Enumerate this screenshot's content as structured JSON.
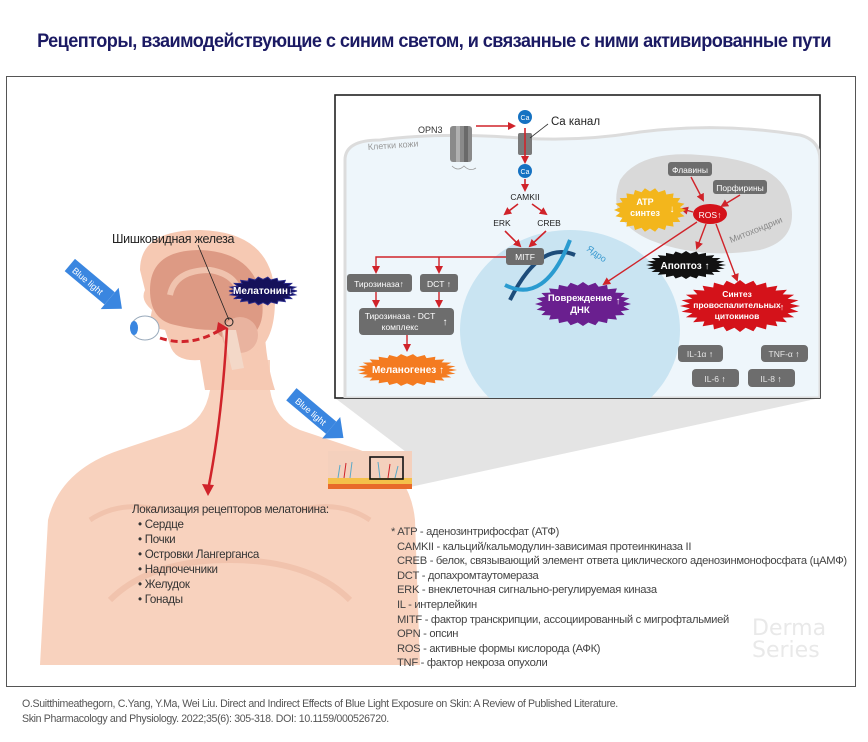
{
  "title": "Рецепторы, взаимодействующие с синим светом, и связанные с ними активированные пути",
  "colors": {
    "title": "#1b1a63",
    "arrow_red": "#d0232a",
    "blue_light": "#3a86e0",
    "skin": "#f8d2be",
    "node_gray": "#6d6d6d",
    "melatonin_badge": "#15115a",
    "dna_damage": "#6a1f8f",
    "melanogenesis": "#f47b20",
    "apoptosis": "#111111",
    "cytokines": "#d4121a",
    "atp": "#f3b61c"
  },
  "left_panel": {
    "pineal_label": "Шишковидная железа",
    "melatonin_badge": "Мелатонин↓",
    "blue_light_eye": "Blue light",
    "blue_light_skin": "Blue light",
    "receptor_localization": {
      "heading": "Локализация рецепторов мелатонина:",
      "items": [
        "Сердце",
        "Почки",
        "Островки Лангерганса",
        "Надпочечники",
        "Желудок",
        "Гонады"
      ]
    }
  },
  "inset": {
    "opn3": "OPN3",
    "ca_channel": "Ca канал",
    "ca_ion": "Ca",
    "skin_cells": "Клетки кожи",
    "camkii": "CAMKII",
    "erk": "ERK",
    "creb": "CREB",
    "mitf": "MITF",
    "nucleus": "Ядро",
    "tyrosinase": "Тирозиназа",
    "dct": "DCT",
    "complex_line1": "Тирозиназа - DCT",
    "complex_line2": "комплекс",
    "melanogenesis": "Меланогенез",
    "dna_damage_line1": "Повреждение",
    "dna_damage_line2": "ДНК",
    "flavins": "Флавины",
    "porphyrins": "Порфирины",
    "ros": "ROS",
    "atp_line1": "ATP",
    "atp_line2": "синтез",
    "mitochondria": "Митохондрии",
    "apoptosis": "Апоптоз",
    "cytokines_line1": "Синтез",
    "cytokines_line2": "провоспалительных",
    "cytokines_line3": "цитокинов",
    "il1a": "IL-1α",
    "tnfa": "TNF-α",
    "il6": "IL-6",
    "il8": "IL-8",
    "up_arrow": "↑",
    "down_arrow": "↓"
  },
  "abbreviations": [
    "* ATP - аденозинтрифосфат (АТФ)",
    "CAMKII - кальций/кальмодулин-зависимая протеинкиназа II",
    "CREB - белок, связывающий элемент ответа циклического аденозинмонофосфата (цАМФ)",
    "DCT - допахромтаутомераза",
    "ERK - внеклеточная сигнально-регулируемая киназа",
    "IL - интерлейкин",
    "MITF - фактор транскрипции, ассоциированный с мигрофтальмией",
    "OPN - опсин",
    "ROS - активные формы кислорода (АФК)",
    "TNF - фактор некроза опухоли"
  ],
  "watermark": {
    "line1": "Derma",
    "line2": "Series"
  },
  "citation": {
    "line1": "O.Suitthimeathegorn, C.Yang, Y.Ma, Wei Liu. Direct and Indirect Effects of Blue Light Exposure on Skin: A Review of Published Literature.",
    "line2": "Skin Pharmacology and Physiology. 2022;35(6): 305-318. DOI: 10.1159/000526720."
  }
}
